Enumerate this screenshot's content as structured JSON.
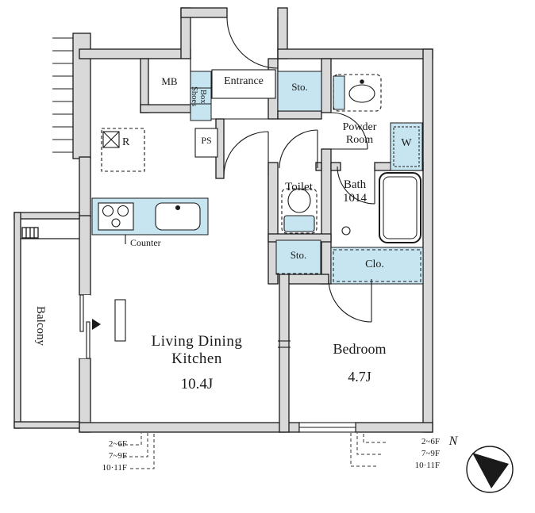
{
  "colors": {
    "wall": "#d9d9d9",
    "highlight": "#c7e5f1",
    "line": "#1a1a1a"
  },
  "labels": {
    "mb": "MB",
    "shoes_line1": "Shoes",
    "shoes_line2": "Box",
    "entrance": "Entrance",
    "sto_top": "Sto.",
    "powder_line1": "Powder",
    "powder_line2": "Room",
    "washer": "W",
    "ps": "PS",
    "fridge": "R",
    "toilet": "Toilet",
    "bath": "Bath",
    "bath_size": "1014",
    "counter": "Counter",
    "sto_mid": "Sto.",
    "clo": "Clo.",
    "balcony": "Balcony"
  },
  "rooms": {
    "ldk_line1": "Living Dining",
    "ldk_line2": "Kitchen",
    "ldk_size": "10.4J",
    "bedroom": "Bedroom",
    "bedroom_size": "4.7J"
  },
  "floor_notes": {
    "left": [
      "2~6F",
      "7~9F",
      "10·11F"
    ],
    "right": [
      "2~6F",
      "7~9F",
      "10·11F"
    ]
  },
  "compass": {
    "north": "N"
  }
}
